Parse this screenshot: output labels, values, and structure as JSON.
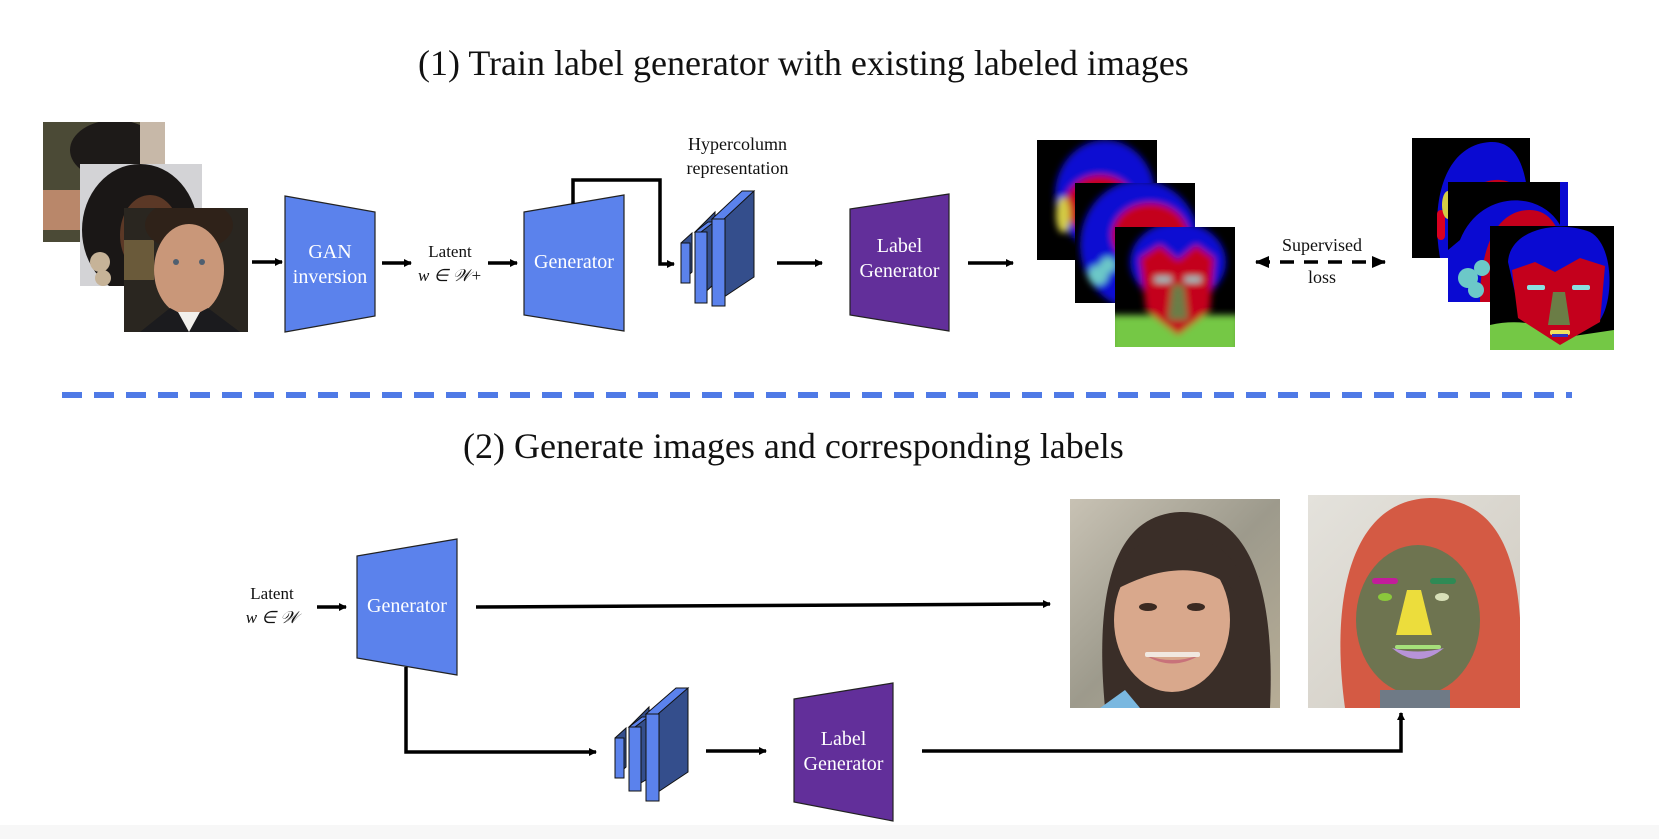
{
  "section1": {
    "title": "(1) Train label generator with existing labeled images",
    "gan_inversion": [
      "GAN",
      "inversion"
    ],
    "latent": [
      "Latent",
      "w ∈ 𝒲+"
    ],
    "generator": "Generator",
    "hypercolumn": [
      "Hypercolumn",
      "representation"
    ],
    "label_generator": [
      "Label",
      "Generator"
    ],
    "supervised_loss": [
      "Supervised",
      "loss"
    ],
    "input_images": [
      "face-photo-1",
      "face-photo-2",
      "face-photo-3"
    ],
    "predicted_labels": [
      "predicted-segmentation-1",
      "predicted-segmentation-2",
      "predicted-segmentation-3"
    ],
    "ground_truth_labels": [
      "gt-segmentation-1",
      "gt-segmentation-2",
      "gt-segmentation-3"
    ]
  },
  "section2": {
    "title": "(2) Generate images and corresponding labels",
    "latent": [
      "Latent",
      "w ∈ 𝒲"
    ],
    "generator": "Generator",
    "label_generator": [
      "Label",
      "Generator"
    ],
    "output_image": "generated-face-photo",
    "output_label": "generated-face-segmentation"
  },
  "colors": {
    "generator_blue": "#5b82ec",
    "hypercolumn_dark": "#344e8c",
    "label_generator_purple": "#622f9a",
    "divider_blue": "#4f7ae6",
    "seg_black": "#000000",
    "seg_blue": "#0a0ad2",
    "seg_red": "#c4001c",
    "seg_green": "#74c845",
    "seg_cyan": "#6cc8c8",
    "seg_olive": "#6b7d46",
    "hair_orange": "#d45a44",
    "skin_olive": "#6e7450",
    "nose_yellow": "#ecdd3c",
    "lips_lavender": "#b793d8",
    "brow_magenta": "#c21c9b",
    "brow_green": "#2f8a55"
  }
}
